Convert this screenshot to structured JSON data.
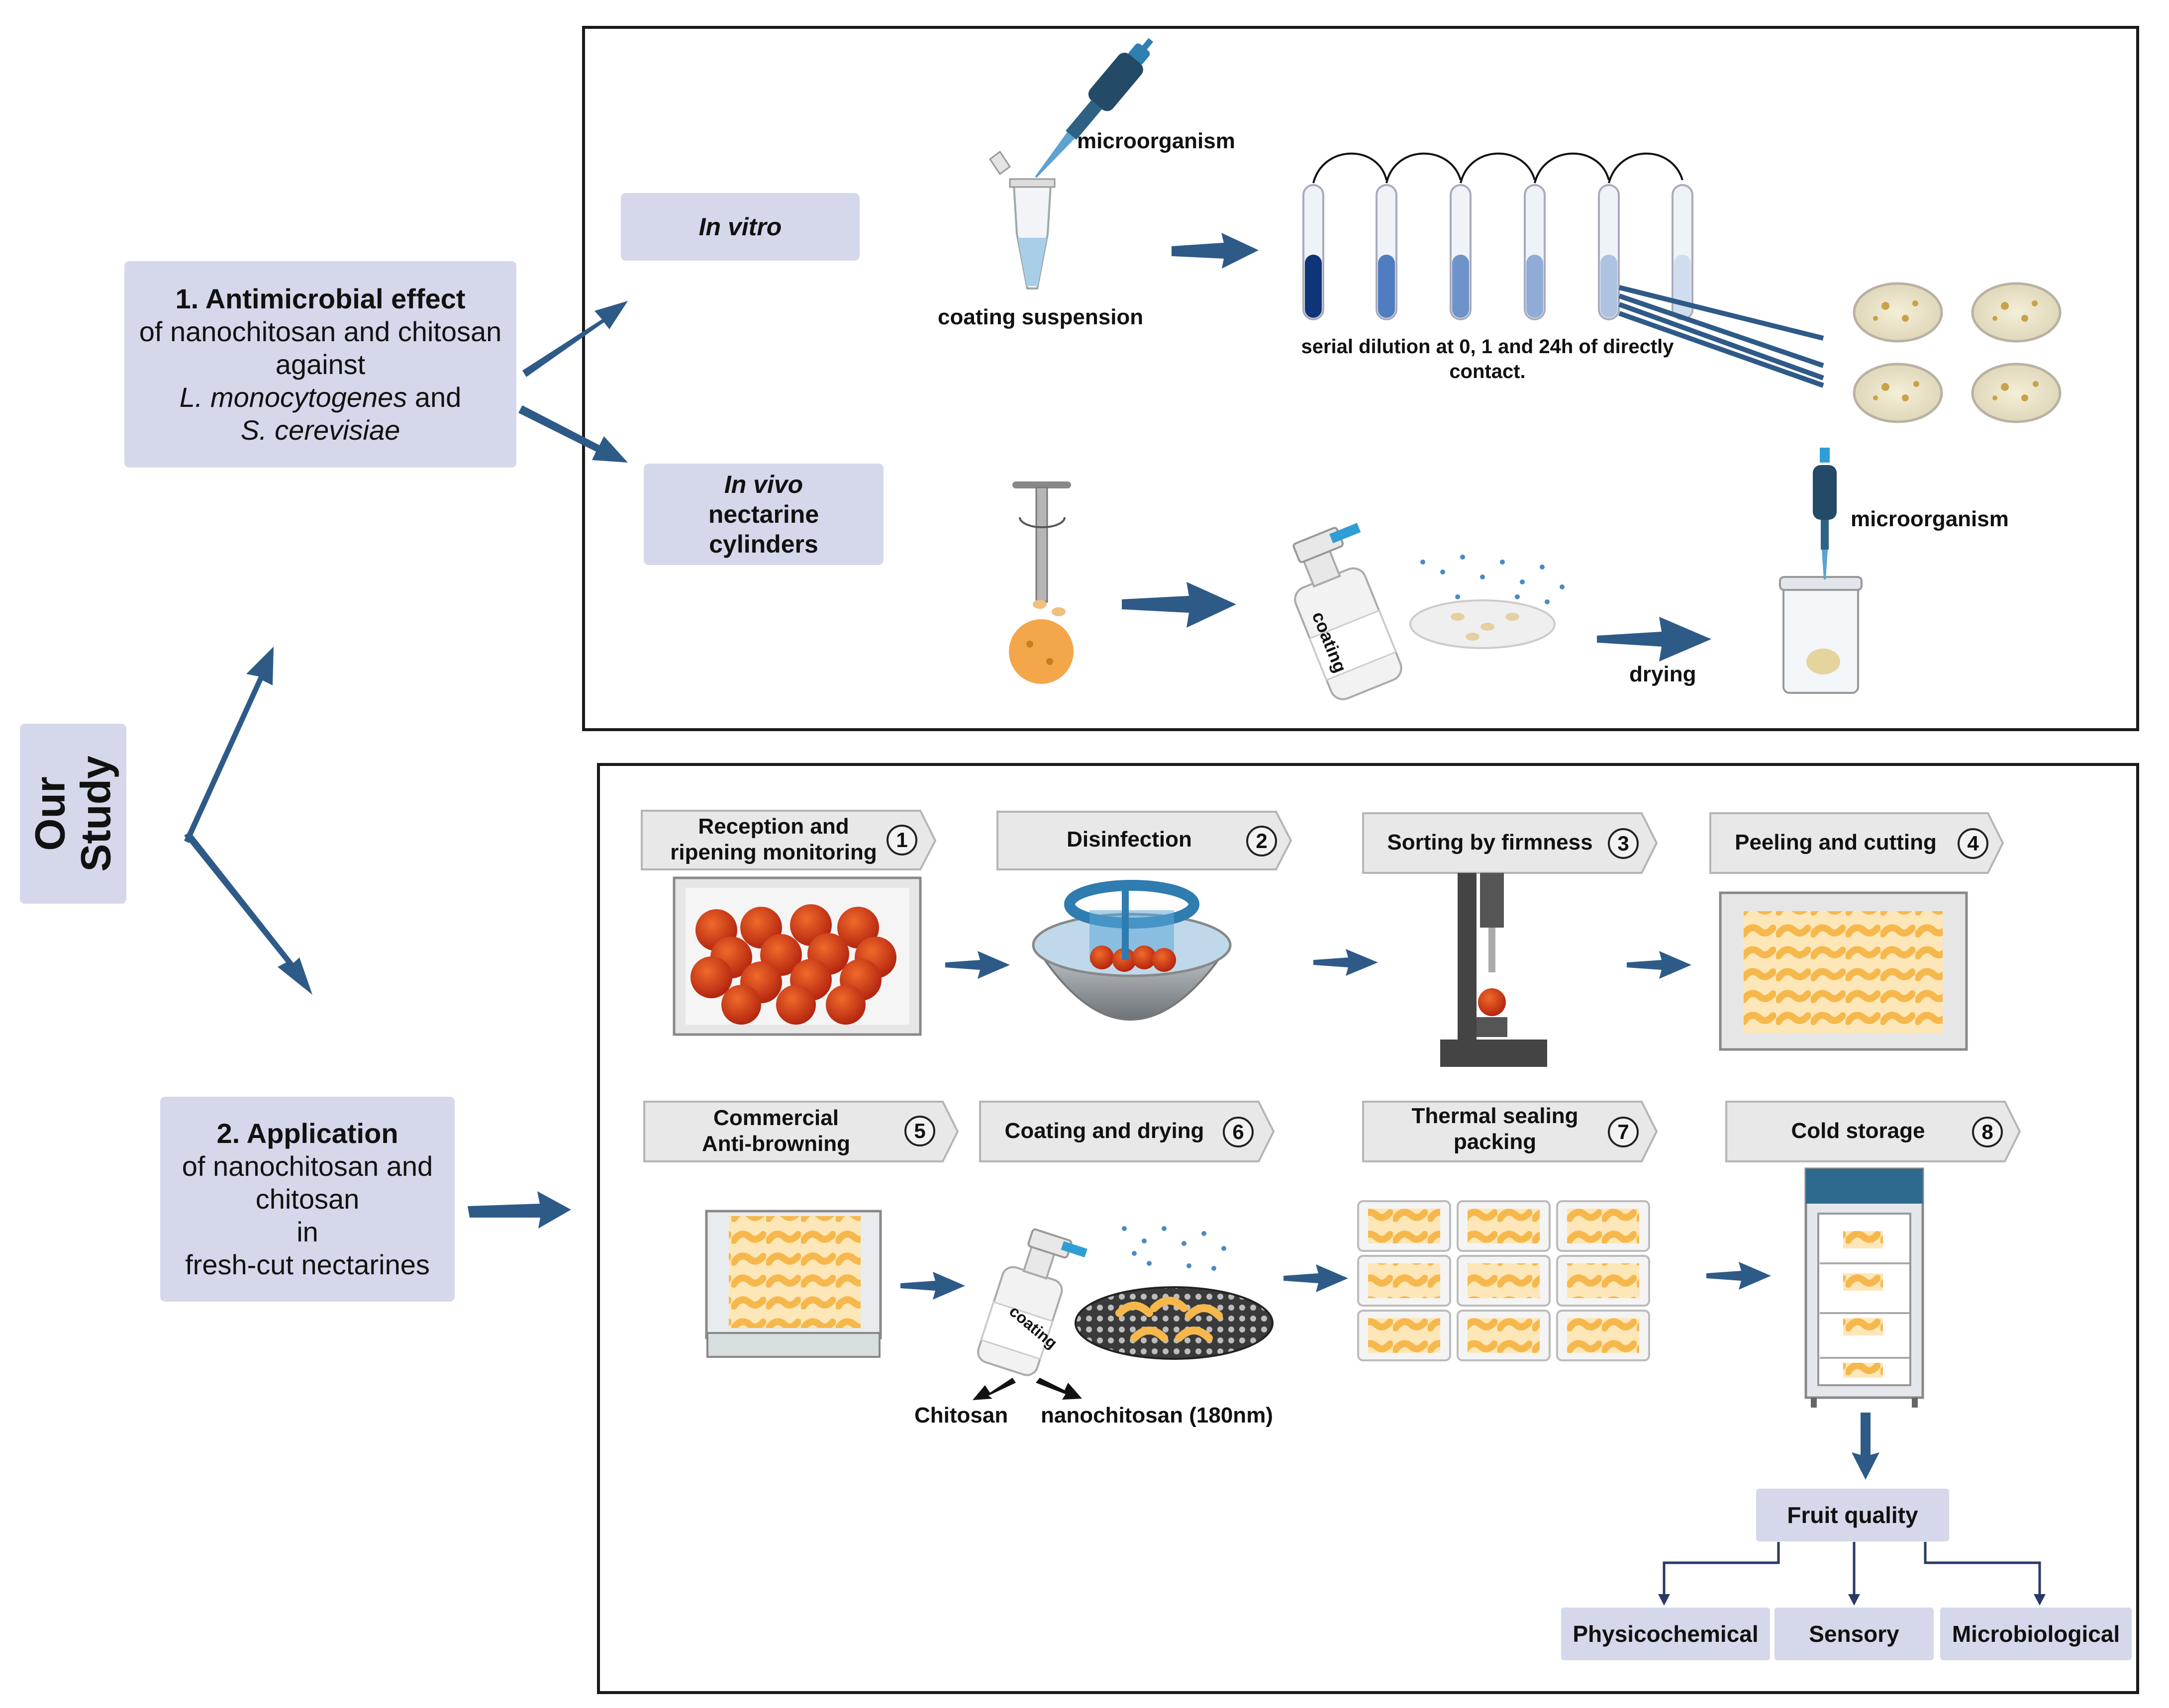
{
  "side_label": {
    "line1": "Our",
    "line2": "Study"
  },
  "box1": {
    "heading": "1.  Antimicrobial effect",
    "line2": "of nanochitosan and chitosan",
    "line3": "against",
    "line4_italic": "L. monocytogenes",
    "line4_rest": " and",
    "line5_italic": "S. cerevisiae"
  },
  "box2": {
    "heading": "2. Application",
    "line2": "of nanochitosan and",
    "line3": "chitosan",
    "line4": "in",
    "line5": "fresh-cut nectarines"
  },
  "in_vitro": {
    "title": "In vitro",
    "microorganism": "microorganism",
    "coating_suspension": "coating suspension",
    "dilution_line1": "serial dilution at 0, 1 and 24h of directly",
    "dilution_line2": "contact."
  },
  "in_vivo": {
    "title_line1": "In vivo",
    "title_line2": "nectarine",
    "title_line3": "cylinders",
    "bottle_text": "coating",
    "drying": "drying",
    "microorganism": "microorganism"
  },
  "steps": [
    {
      "num": "1",
      "line1": "Reception and",
      "line2": "ripening monitoring"
    },
    {
      "num": "2",
      "line1": "Disinfection",
      "line2": ""
    },
    {
      "num": "3",
      "line1": "Sorting by firmness",
      "line2": ""
    },
    {
      "num": "4",
      "line1": "Peeling and cutting",
      "line2": ""
    },
    {
      "num": "5",
      "line1": "Commercial",
      "line2": "Anti-browning"
    },
    {
      "num": "6",
      "line1": "Coating and drying",
      "line2": ""
    },
    {
      "num": "7",
      "line1": "Thermal sealing",
      "line2": "packing"
    },
    {
      "num": "8",
      "line1": "Cold storage",
      "line2": ""
    }
  ],
  "coating_step": {
    "bottle_text": "coating",
    "chitosan": "Chitosan",
    "nanochitosan": "nanochitosan (180nm)"
  },
  "quality": {
    "title": "Fruit quality",
    "items": [
      "Physicochemical",
      "Sensory",
      "Microbiological"
    ]
  },
  "colors": {
    "arrow": "#2e5a88",
    "box_fill": "#d4d8ea",
    "step_fill": "#e8e8e8",
    "peach": "#f8c060",
    "red_fruit": "#d63a1a",
    "tube_blue": "#1f4e96"
  }
}
